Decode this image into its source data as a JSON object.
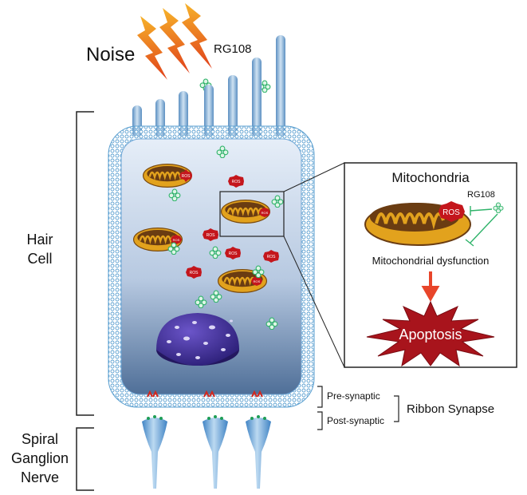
{
  "labels": {
    "noise": "Noise",
    "rg108_top": "RG108",
    "hair_cell_line1": "Hair",
    "hair_cell_line2": "Cell",
    "sgn_line1": "Spiral",
    "sgn_line2": "Ganglion",
    "sgn_line3": "Nerve",
    "pre_synaptic": "Pre-synaptic",
    "post_synaptic": "Post-synaptic",
    "ribbon_synapse": "Ribbon Synapse"
  },
  "inset": {
    "title": "Mitochondria",
    "rg108": "RG108",
    "ros": "ROS",
    "dysfunction": "Mitochondrial dysfunction",
    "apoptosis": "Apoptosis"
  },
  "ros_label": "ROS",
  "colors": {
    "membrane_dot": "#5a9fd0",
    "cytoplasm_top": "#e4edf7",
    "cytoplasm_bottom": "#4f6f98",
    "mito_outer": "#e2a21d",
    "mito_inner": "#6a3c12",
    "ros_red": "#c4161c",
    "rg108_green": "#2fb36a",
    "nucleus": "#4a33a8",
    "noise_bolt": "#f08b1a",
    "arrow_red": "#e8452a",
    "apoptosis_fill": "#a8141c"
  }
}
